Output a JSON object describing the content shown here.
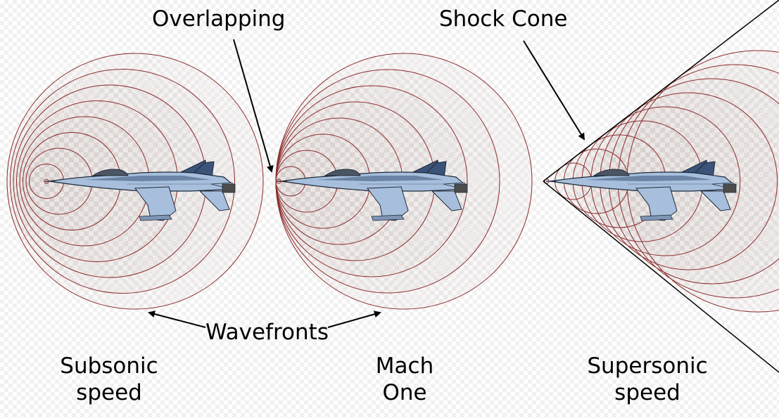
{
  "labels": {
    "overlapping": "Overlapping",
    "shock_cone": "Shock Cone",
    "wavefronts": "Wavefronts",
    "subsonic": [
      "Subsonic",
      "speed"
    ],
    "mach_one": [
      "Mach",
      "One"
    ],
    "supersonic": [
      "Supersonic",
      "speed"
    ]
  },
  "colors": {
    "wavefront": "#8b2a2a",
    "jet_light": "#a7bfdc",
    "jet_dark": "#3b5378",
    "outline": "#1e2a3a",
    "arrow": "#000000",
    "cone": "#000000"
  }
}
